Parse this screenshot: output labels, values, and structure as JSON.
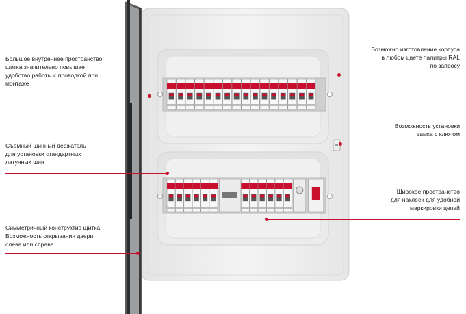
{
  "callouts": {
    "inner_space": [
      "Большое внутреннее пространство",
      "щитка значительно повышает",
      "удобство работы с проводкой при",
      "монтаже"
    ],
    "bus_holder": [
      "Съемный шинный держатель",
      "для установки стандартных",
      "латунных шин"
    ],
    "symmetric": [
      "Симметричный конструктив щитка.",
      "Возможность открывания двери",
      "слева или справа"
    ],
    "ral_color": [
      "Возможно изготовление корпуса",
      "в любом цвете палитры RAL",
      "по запросу"
    ],
    "lock": [
      "Возможность установки",
      "замка с ключом"
    ],
    "labels_space": [
      "Широкое пространство",
      "для наклеек для удобной",
      "маркировки цепей"
    ]
  },
  "colors": {
    "accent": "#c8102e",
    "breaker_red": "#c8102e",
    "cabinet": "#f2f2f2"
  }
}
